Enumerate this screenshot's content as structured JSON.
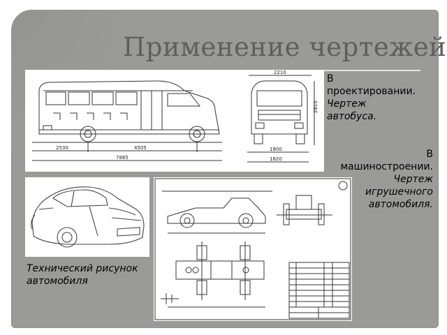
{
  "slide": {
    "title": "Применение чертежей"
  },
  "bus_drawing": {
    "dimensions": {
      "d1": "2210",
      "d2": "2530",
      "d3": "4505",
      "d4": "7885",
      "d5": "1800",
      "d6": "1820",
      "d7": "2810"
    }
  },
  "captions": {
    "bus": {
      "line1": "В",
      "line2": "проектировании.",
      "line3": "Чертеж",
      "line4": "автобуса."
    },
    "toy": {
      "line1": "В",
      "line2": "машиностроении.",
      "line3": "Чертеж",
      "line4": "игрушечного",
      "line5": "автомобиля."
    },
    "car": {
      "line1": "Технический рисунок",
      "line2": "автомобиля"
    }
  },
  "colors": {
    "background": "#9a9a96",
    "title": "#5e5e5b",
    "rule": "#e4e4e0"
  }
}
